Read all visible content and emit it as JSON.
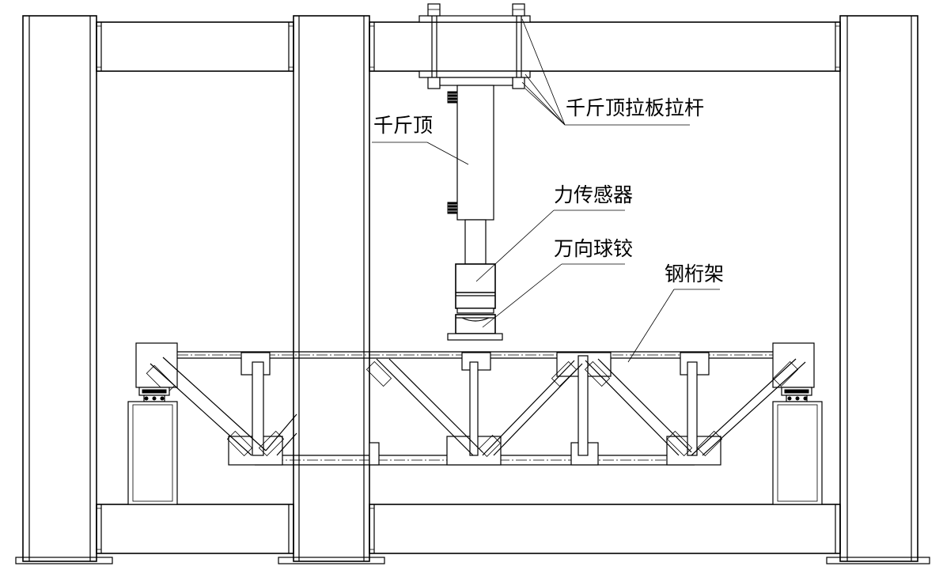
{
  "labels": {
    "jack_tie_rod": "千斤顶拉板拉杆",
    "jack": "千斤顶",
    "force_sensor": "力传感器",
    "universal_joint": "万向球铰",
    "steel_truss": "钢桁架"
  }
}
